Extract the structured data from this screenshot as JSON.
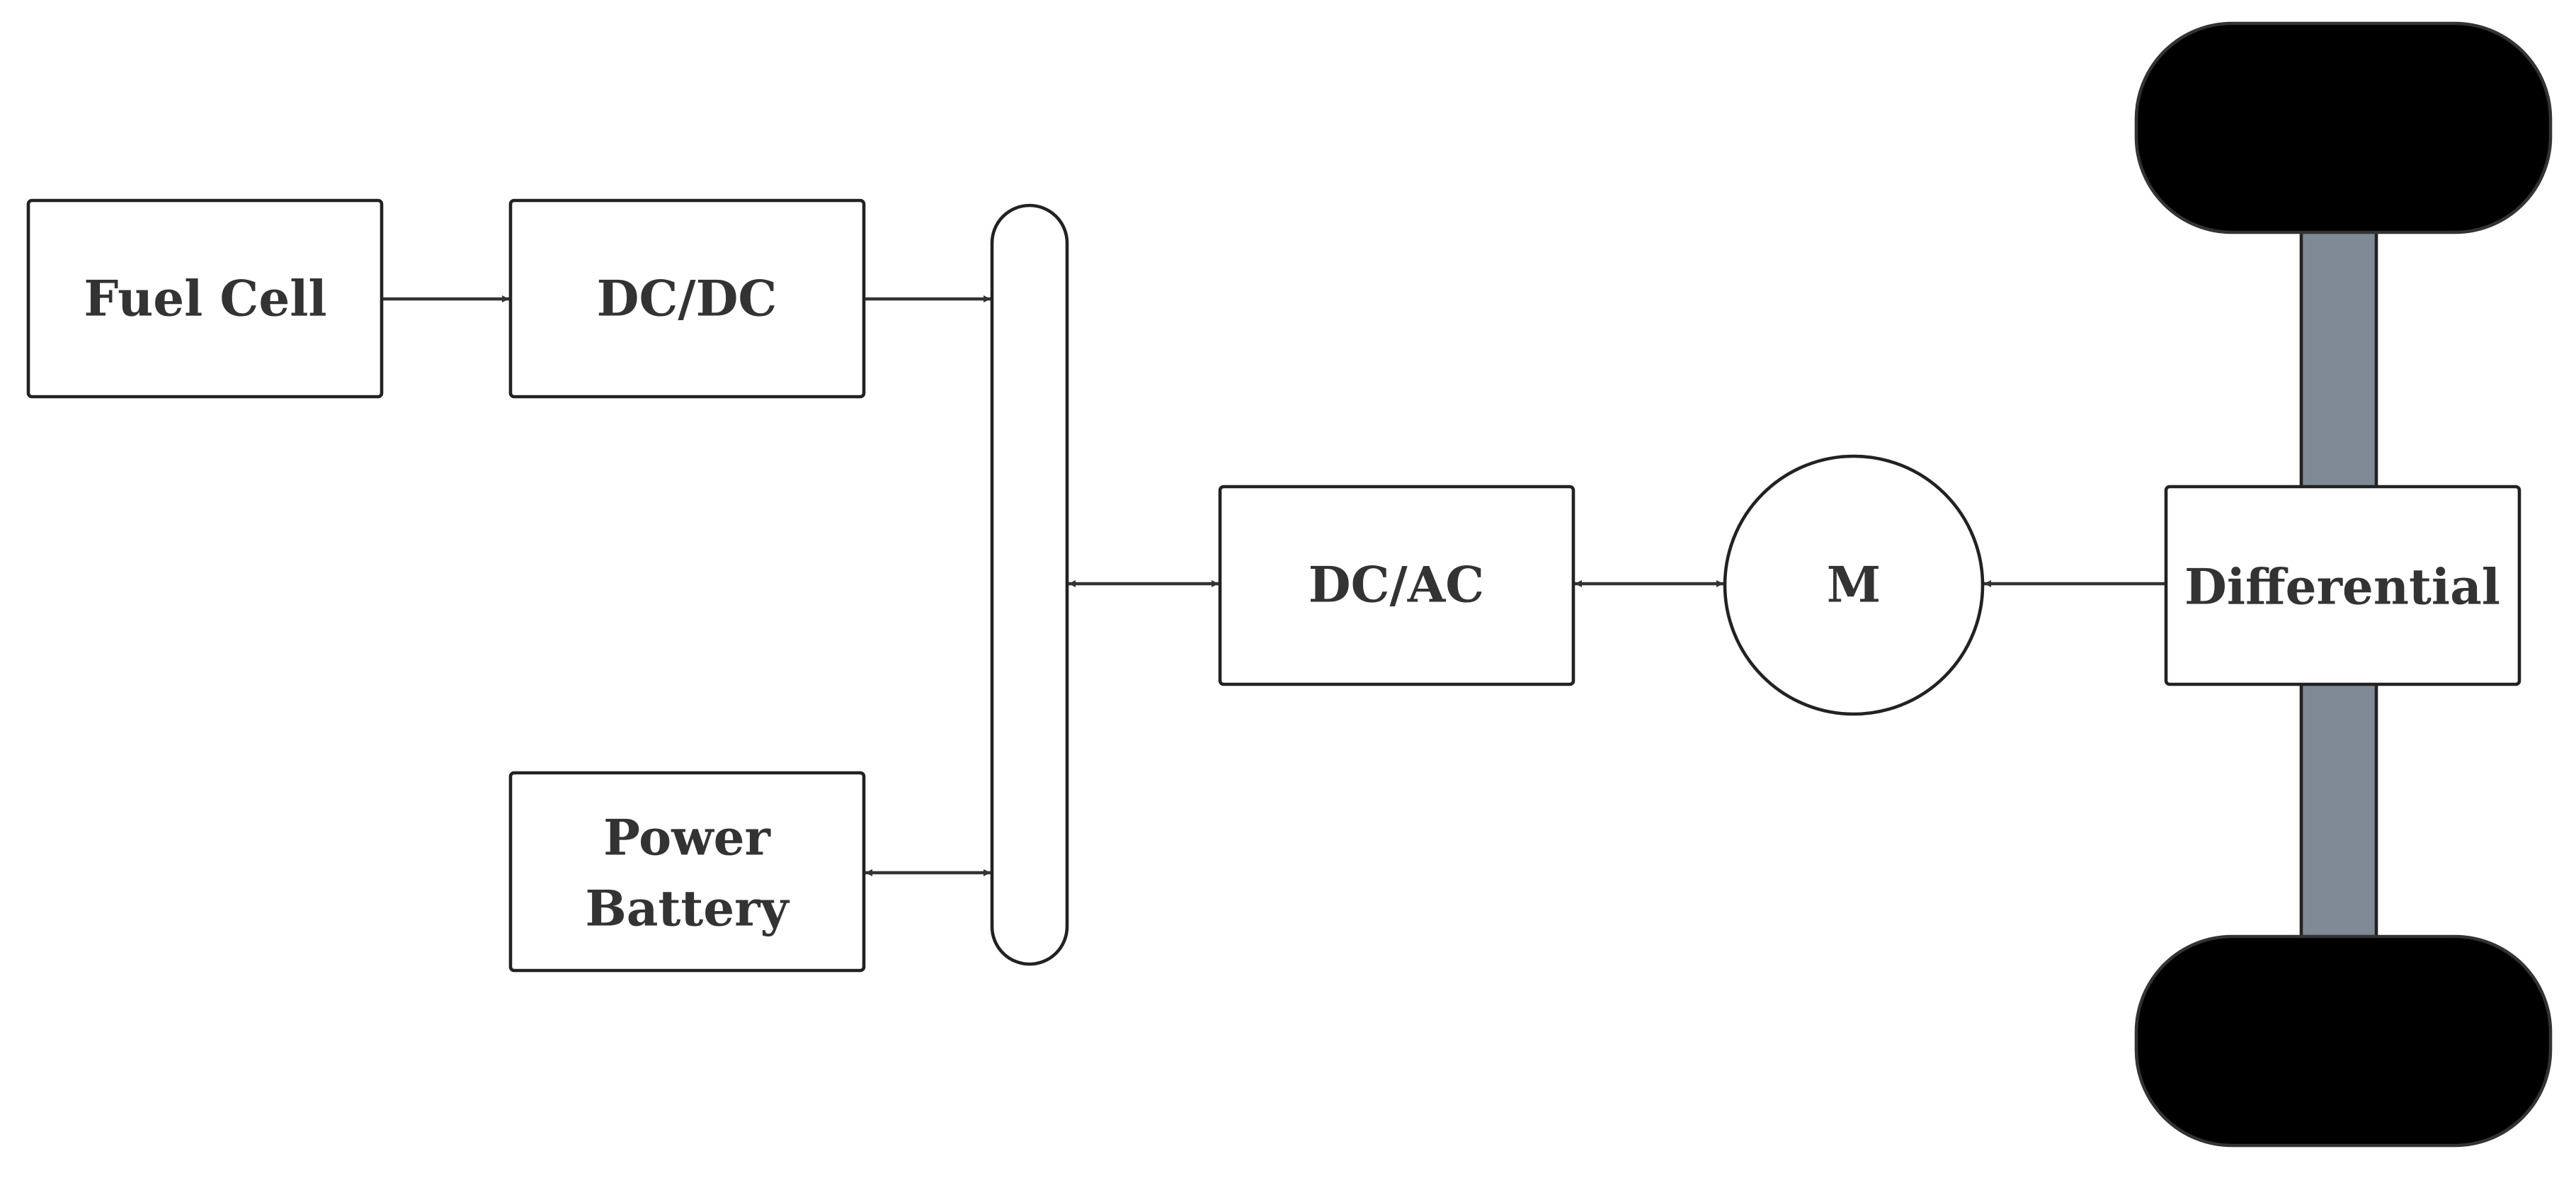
{
  "blocks": {
    "fuel_cell": "Fuel Cell",
    "dcdc": "DC/DC",
    "power_battery_line1": "Power",
    "power_battery_line2": "Battery",
    "dcac": "DC/AC",
    "motor": "M",
    "differential": "Differential"
  },
  "colors": {
    "stroke": "#222222",
    "text": "#333333",
    "wheel": "#000000",
    "axle": "#7f8a96"
  }
}
